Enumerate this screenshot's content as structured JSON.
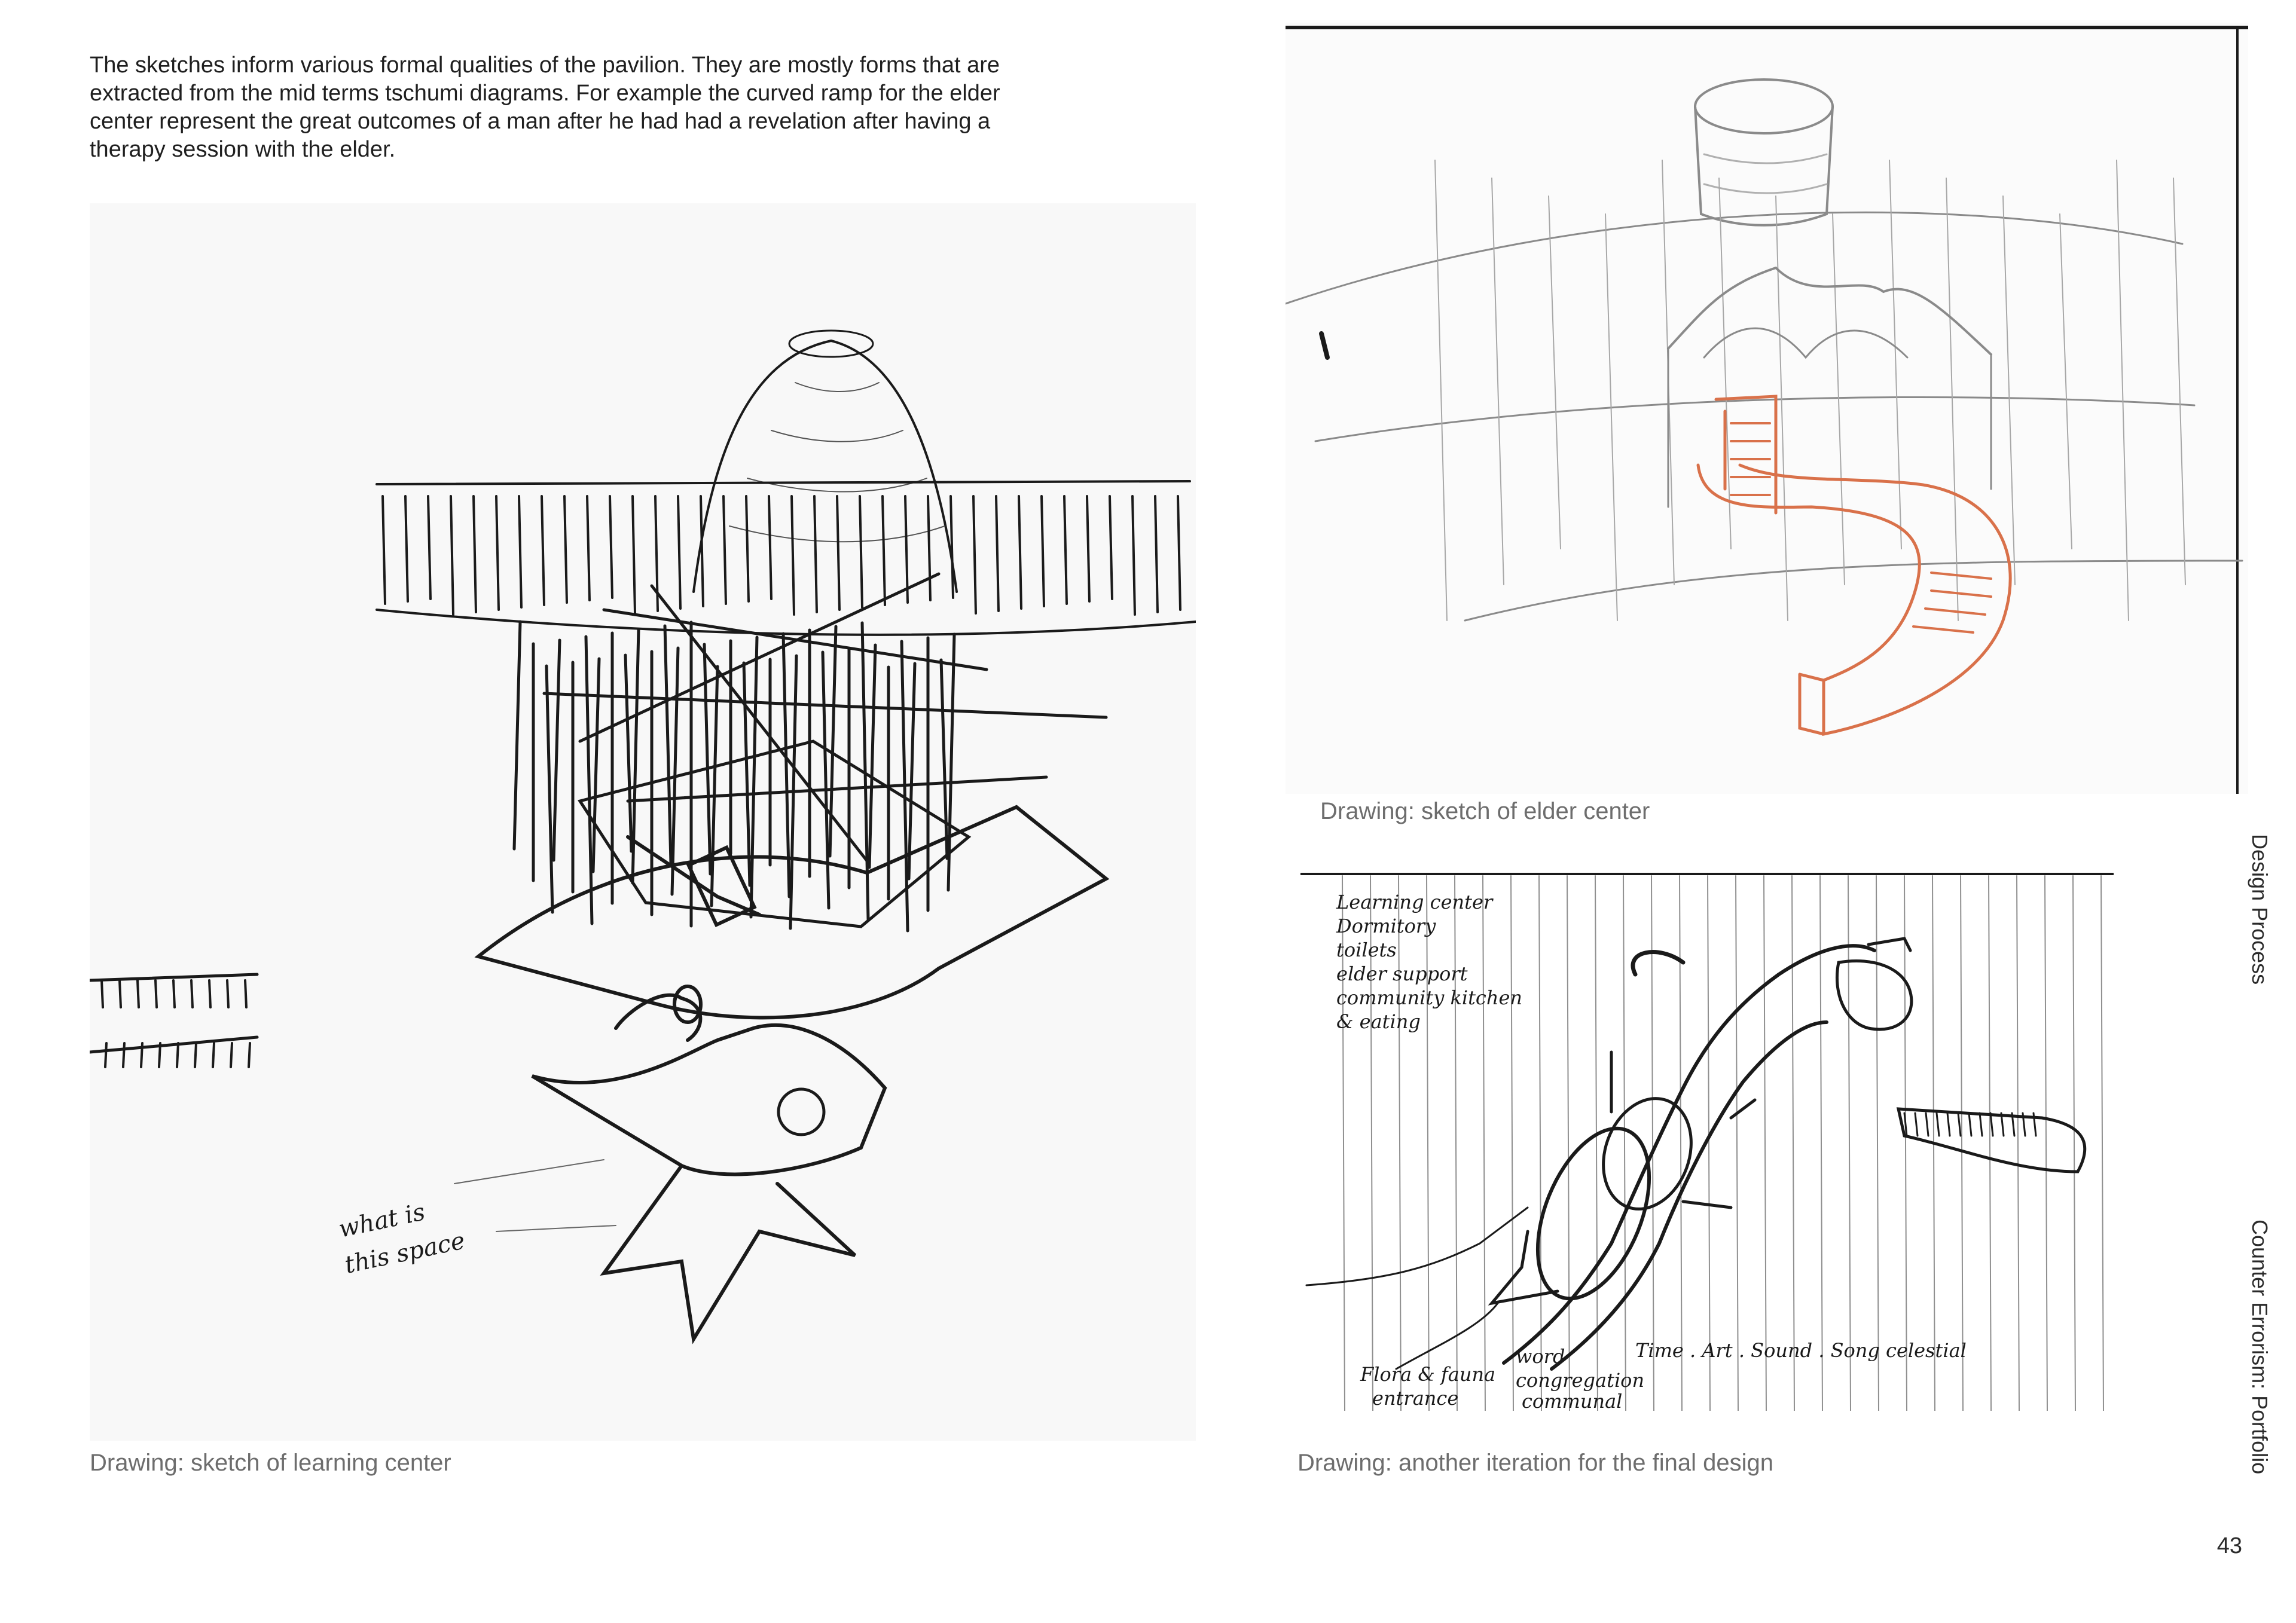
{
  "intro_lines": [
    "The sketches inform various formal qualities of the pavilion. They are mostly forms that are",
    "extracted from the mid terms tschumi diagrams. For example the curved ramp for the elder",
    "center represent the great outcomes of a man after he had had a revelation after having a",
    "therapy session with the elder."
  ],
  "figures": {
    "learning": {
      "caption": "Drawing: sketch of learning center",
      "annotation": [
        "what is",
        "this space"
      ]
    },
    "elder": {
      "caption": "Drawing: sketch of elder center",
      "accent_color": "#d9714a"
    },
    "iteration": {
      "caption": "Drawing: another iteration for the final design",
      "note_list": [
        "Learning center",
        "Dormitory",
        "toilets",
        "elder support",
        "community kitchen",
        "& eating"
      ],
      "bottom_notes": [
        "Flora & fauna",
        "entrance",
        "word",
        "congregation",
        "communal",
        "Time . Art . Sound . Song celestial"
      ]
    }
  },
  "side_labels": {
    "section": "Design Process",
    "publication": "Counter Errorism: Portfolio"
  },
  "page_number": "43"
}
